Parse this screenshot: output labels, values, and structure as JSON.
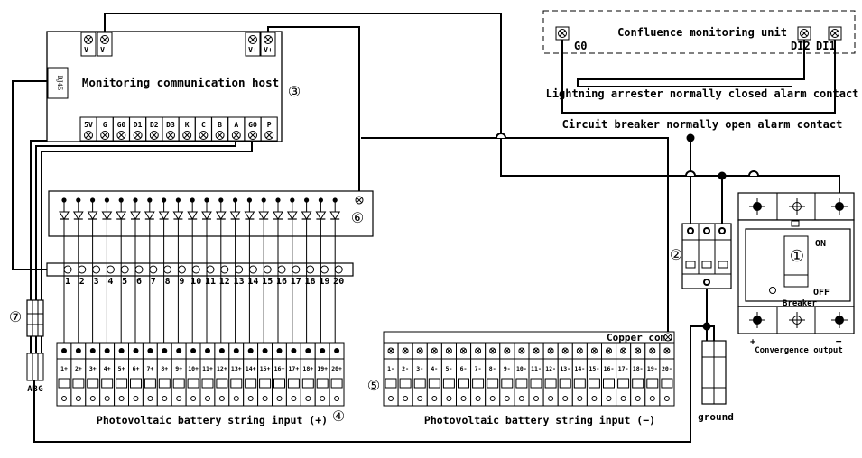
{
  "host": {
    "title": "Monitoring communication host",
    "top_terminals": [
      "V−",
      "V−",
      "V+",
      "V+"
    ],
    "bottom_terminals": [
      "5V",
      "G",
      "G0",
      "D1",
      "D2",
      "D3",
      "K",
      "C",
      "B",
      "A",
      "GO",
      "P"
    ],
    "port_label": "RJ45",
    "number": "③"
  },
  "monitor_unit": {
    "title": "Confluence monitoring unit",
    "terminals": [
      "G0",
      "DI2",
      "DI1"
    ]
  },
  "contacts": {
    "lightning": "Lightning arrester normally closed alarm contact",
    "breaker": "Circuit breaker normally open alarm contact"
  },
  "diode_block": {
    "number": "⑥",
    "count": 20,
    "labels": [
      "1",
      "2",
      "3",
      "4",
      "5",
      "6",
      "7",
      "8",
      "9",
      "10",
      "11",
      "12",
      "13",
      "14",
      "15",
      "16",
      "17",
      "18",
      "19",
      "20"
    ]
  },
  "pos_input": {
    "caption": "Photovoltaic battery string input (+)",
    "number": "④",
    "labels": [
      "1+",
      "2+",
      "3+",
      "4+",
      "5+",
      "6+",
      "7+",
      "8+",
      "9+",
      "10+",
      "11+",
      "12+",
      "13+",
      "14+",
      "15+",
      "16+",
      "17+",
      "18+",
      "19+",
      "20+"
    ]
  },
  "neg_input": {
    "caption": "Photovoltaic battery string input (−)",
    "number": "⑤",
    "comb_label": "Copper comb",
    "labels": [
      "1-",
      "2-",
      "3-",
      "4-",
      "5-",
      "6-",
      "7-",
      "8-",
      "9-",
      "10-",
      "11-",
      "12-",
      "13-",
      "14-",
      "15-",
      "16-",
      "17-",
      "18-",
      "19-",
      "20-"
    ]
  },
  "surge": {
    "number": "②"
  },
  "breaker": {
    "label": "Breaker",
    "on": "ON",
    "off": "OFF",
    "number": "①",
    "output_label": "Convergence output",
    "plus": "+",
    "minus": "−"
  },
  "ground": {
    "label": "ground"
  },
  "sensor": {
    "number": "⑦",
    "labels": [
      "A",
      "B",
      "G"
    ]
  }
}
